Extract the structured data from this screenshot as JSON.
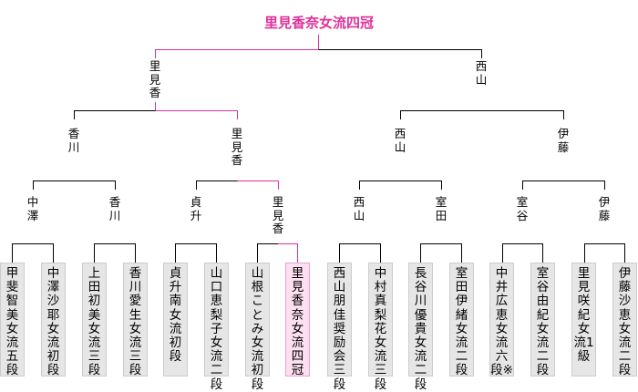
{
  "title": "里見香奈女流四冠",
  "colors": {
    "winner": "#e0309a",
    "line": "#000000",
    "box": "#e6e6e6",
    "box_winner": "#fde0ef"
  },
  "final": {
    "left": "里見香",
    "right": "西山",
    "winner_side": "left"
  },
  "semifinals": [
    {
      "left": "香川",
      "right": "里見香",
      "winner_side": "right"
    },
    {
      "left": "西山",
      "right": "伊藤",
      "winner_side": "none"
    }
  ],
  "quarterfinals": [
    {
      "left": "中澤",
      "right": "香川",
      "winner_side": "none"
    },
    {
      "left": "貞升",
      "right": "里見香",
      "winner_side": "right"
    },
    {
      "left": "西山",
      "right": "室田",
      "winner_side": "none"
    },
    {
      "left": "室谷",
      "right": "伊藤",
      "winner_side": "none"
    }
  ],
  "players": [
    {
      "name": "甲斐智美女流五段",
      "highlight": false
    },
    {
      "name": "中澤沙耶女流初段",
      "highlight": false
    },
    {
      "name": "上田初美女流三段",
      "highlight": false
    },
    {
      "name": "香川愛生女流三段",
      "highlight": false
    },
    {
      "name": "貞升　南女流初段",
      "highlight": false
    },
    {
      "name": "山口恵梨子女流二段",
      "highlight": false
    },
    {
      "name": "山根ことみ女流初段",
      "highlight": false
    },
    {
      "name": "里見香奈女流四冠",
      "highlight": true
    },
    {
      "name": "西山朋佳奨励会三段",
      "highlight": false
    },
    {
      "name": "中村真梨花女流三段",
      "highlight": false
    },
    {
      "name": "長谷川優貴女流二段",
      "highlight": false
    },
    {
      "name": "室田伊緒女流二段",
      "highlight": false
    },
    {
      "name": "中井広恵女流六段※",
      "highlight": false
    },
    {
      "name": "室谷由紀女流二段",
      "highlight": false
    },
    {
      "name": "里見咲紀女流1級",
      "highlight": false
    },
    {
      "name": "伊藤沙恵女流二段",
      "highlight": false
    }
  ]
}
